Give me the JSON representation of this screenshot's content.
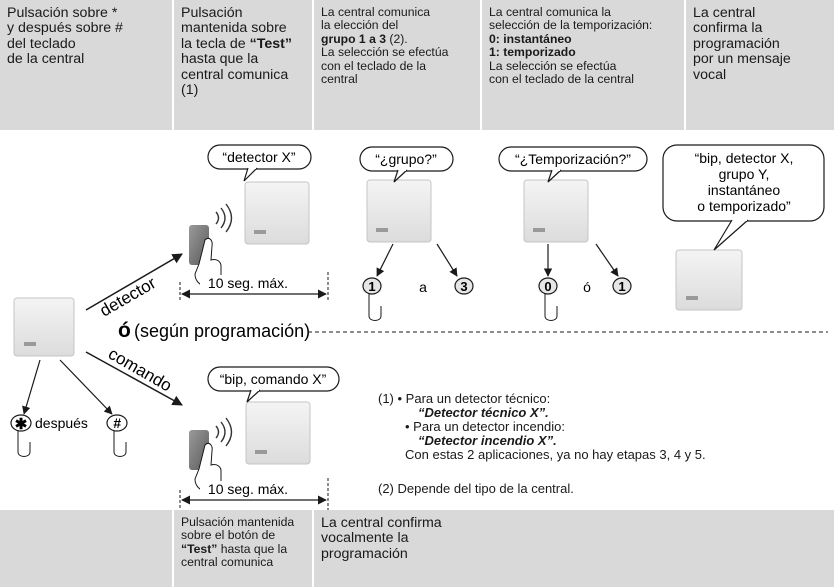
{
  "header": {
    "col1": {
      "line1": "Pulsación sobre *",
      "line2": "y después sobre #",
      "line3": "del teclado",
      "line4": "de la central"
    },
    "col2": {
      "line1": "Pulsación",
      "line2": "mantenida sobre",
      "line3a": "la tecla de ",
      "line3b": "“Test”",
      "line4": "hasta que la",
      "line5": "central comunica",
      "line6": "(1)"
    },
    "col3": {
      "line1": "La central comunica",
      "line2": "la elección del",
      "line3a": "grupo 1 a 3",
      "line3b": " (2).",
      "line4": "La selección se efectúa",
      "line5": "con el teclado de la",
      "line6": "central"
    },
    "col4": {
      "line1": "La central comunica la",
      "line2": "selección de la temporización:",
      "line3": "0: instantáneo",
      "line4": "1: temporizado",
      "line5": "La selección se efectúa",
      "line6": "con el teclado de la central"
    },
    "col5": {
      "line1": "La central",
      "line2": "confirma la",
      "line3": "programación",
      "line4": "por un mensaje",
      "line5": "vocal"
    }
  },
  "footer": {
    "col2": {
      "line1": "Pulsación mantenida",
      "line2": "sobre el botón de",
      "line3a": "“Test”",
      "line3b": " hasta que la",
      "line4": "central comunica"
    },
    "col3": {
      "line1": "La central confirma",
      "line2": "vocalmente la",
      "line3": "programación"
    }
  },
  "bubbles": {
    "detector": "“detector X”",
    "grupo": "“¿grupo?”",
    "temporizacion": "“¿Temporización?”",
    "confirm": [
      "“bip, detector X,",
      "grupo Y,",
      "instantáneo",
      "o temporizado”"
    ],
    "comando": "“bip, comando X”"
  },
  "labels": {
    "detector": "detector",
    "comando": "comando",
    "o_big": "ó",
    "segun": " (según programación)",
    "despues": "después",
    "a": "a",
    "o_small": "ó",
    "timer_top": "10 seg. máx.",
    "timer_bottom": "10 seg. máx."
  },
  "keys": {
    "star": "✱",
    "hash": "#",
    "k1": "1",
    "k3": "3",
    "k0": "0",
    "k1b": "1"
  },
  "notes": {
    "n1_line1": "(1) • Para un detector técnico:",
    "n1_line2": "“Detector técnico X”.",
    "n1_line3": "• Para un detector incendio:",
    "n1_line4": "“Detector incendio X”.",
    "n1_line5": "Con estas 2 aplicaciones, ya no hay etapas 3, 4 y 5.",
    "n2": "(2) Depende del tipo de la central."
  }
}
